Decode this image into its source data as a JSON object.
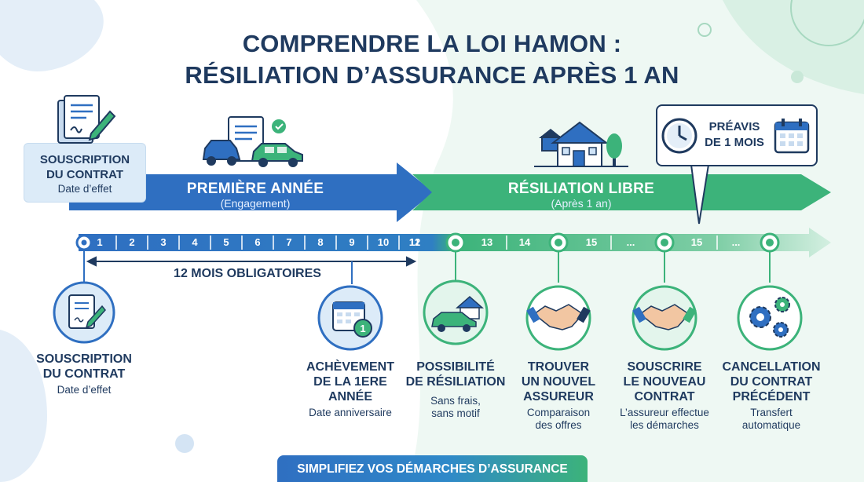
{
  "title_line1": "COMPRENDRE LA LOI HAMON :",
  "title_line2": "RÉSILIATION D’ASSURANCE APRÈS 1 AN",
  "start_box": {
    "title_line1": "SOUSCRIPTION",
    "title_line2": "DU CONTRAT",
    "subtitle": "Date d’effet"
  },
  "arrow_first": {
    "title": "PREMIÈRE ANNÉE",
    "subtitle": "(Engagement)"
  },
  "arrow_free": {
    "title": "RÉSILIATION LIBRE",
    "subtitle": "(Après 1 an)"
  },
  "notice": {
    "line1": "PRÉAVIS",
    "line2": "DE 1 MOIS"
  },
  "timeline_labels": [
    "1",
    "2",
    "3",
    "4",
    "5",
    "6",
    "7",
    "8",
    "9",
    "10",
    "11",
    "12",
    "13",
    "14",
    "15",
    "...",
    "15",
    "..."
  ],
  "mandatory_label": "12 MOIS OBLIGATOIRES",
  "steps": [
    {
      "title_lines": [
        "SOUSCRIPTION",
        "DU CONTRAT"
      ],
      "sub_lines": [
        "Date d’effet"
      ],
      "icon": "contract-icon"
    },
    {
      "title_lines": [
        "ACHÈVEMENT",
        "DE LA 1ERE",
        "ANNÉE"
      ],
      "sub_lines": [
        "Date anniversaire"
      ],
      "icon": "calendar-icon"
    },
    {
      "title_lines": [
        "POSSIBILITÉ",
        "DE RÉSILIATION"
      ],
      "sub_lines": [
        "Sans frais,",
        "sans motif"
      ],
      "icon": "car-house-icon"
    },
    {
      "title_lines": [
        "TROUVER",
        "UN NOUVEL",
        "ASSUREUR"
      ],
      "sub_lines": [
        "Comparaison",
        "des offres"
      ],
      "icon": "handshake-icon"
    },
    {
      "title_lines": [
        "SOUSCRIRE",
        "LE NOUVEAU",
        "CONTRAT"
      ],
      "sub_lines": [
        "L’assureur effectue",
        "les démarches"
      ],
      "icon": "handshake-icon"
    },
    {
      "title_lines": [
        "CANCELLATION",
        "DU CONTRAT",
        "PRÉCÉDENT"
      ],
      "sub_lines": [
        "Transfert",
        "automatique"
      ],
      "icon": "gears-icon"
    }
  ],
  "banner": "SIMPLIFIEZ VOS DÉMARCHES D’ASSURANCE",
  "colors": {
    "navy": "#1f3a5f",
    "blue": "#2f6fc1",
    "green": "#3cb37a",
    "light_blue": "#dcebf8",
    "light_green": "#e3f5ec"
  }
}
